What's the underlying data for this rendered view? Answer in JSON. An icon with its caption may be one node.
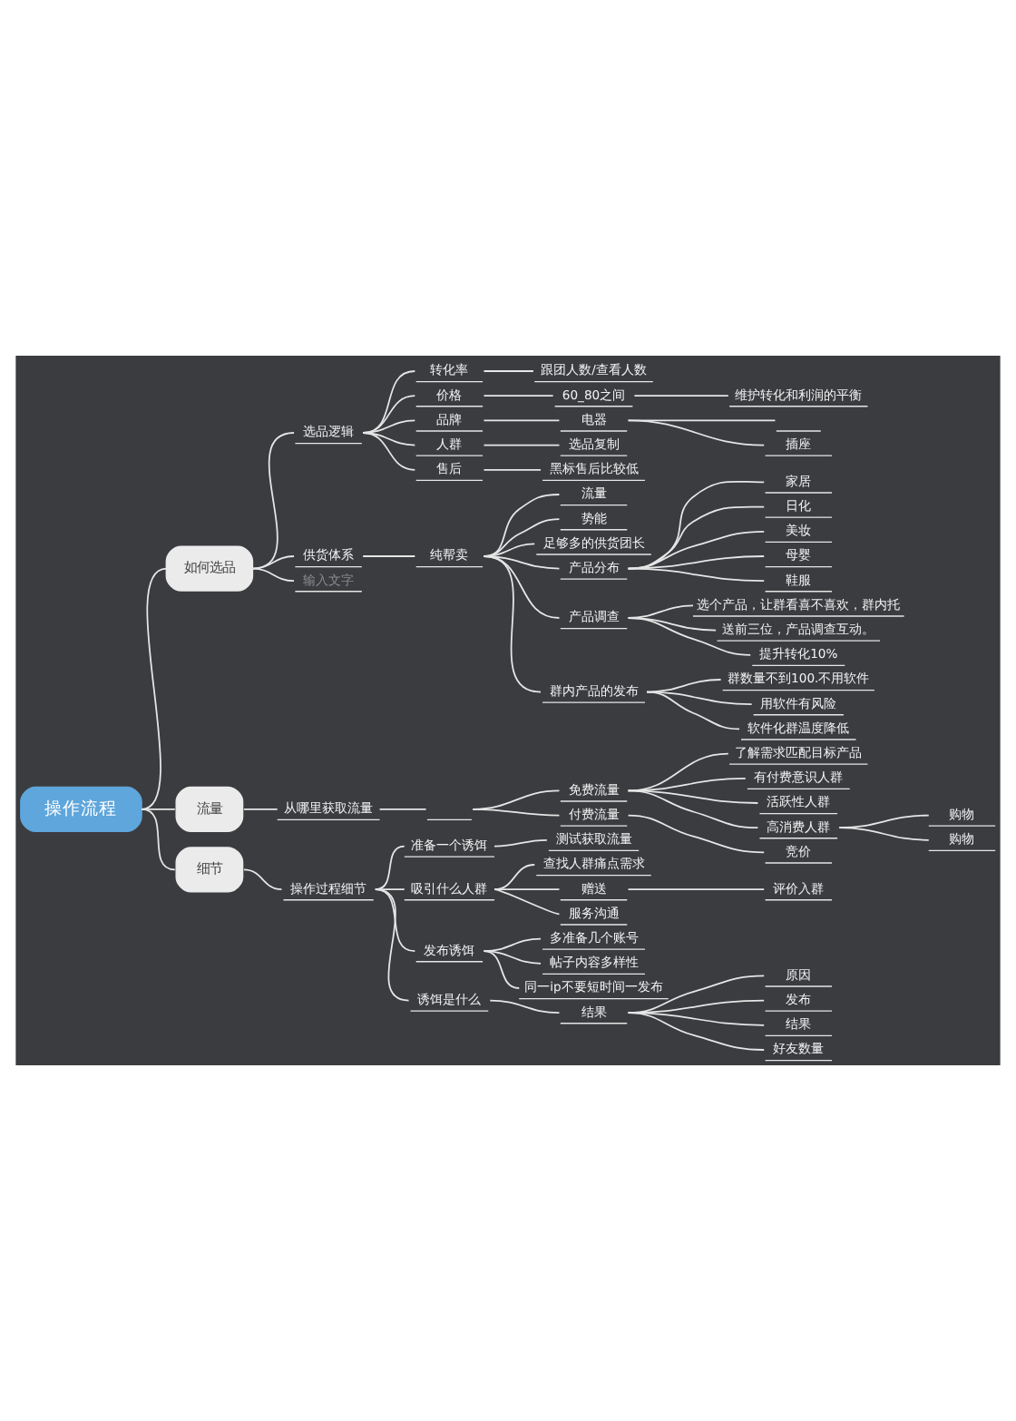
{
  "diagram": {
    "nodes": [
      {
        "text": [
          "操作流程"
        ]
      },
      {
        "text": [
          "如何选品"
        ]
      },
      {
        "text": [
          "选品逻辑"
        ]
      },
      {
        "text": [
          "转化率"
        ]
      },
      {
        "text": [
          "跟团人数/查看人数"
        ]
      },
      {
        "text": [
          "价格"
        ]
      },
      {
        "text": [
          "60_80之间"
        ]
      },
      {
        "text": [
          "维护转化和利润的平衡"
        ]
      },
      {
        "text": [
          "品牌"
        ]
      },
      {
        "text": [
          "电器"
        ]
      },
      {
        "text": [],
        "shape": "underline"
      },
      {
        "text": [
          "插座"
        ]
      },
      {
        "text": [
          "人群"
        ]
      },
      {
        "text": [
          "选品复制"
        ]
      },
      {
        "text": [
          "售后"
        ]
      },
      {
        "text": [
          "黑标售后比较低"
        ]
      },
      {
        "text": [
          "供货体系"
        ]
      },
      {
        "text": [
          "纯帮卖"
        ]
      },
      {
        "text": [
          "流量"
        ]
      },
      {
        "text": [
          "势能"
        ]
      },
      {
        "text": [
          "足够多的供货团长"
        ]
      },
      {
        "text": [
          "产品分布"
        ]
      },
      {
        "text": [
          "家居"
        ]
      },
      {
        "text": [
          "日化"
        ]
      },
      {
        "text": [
          "美妆"
        ]
      },
      {
        "text": [
          "母婴"
        ]
      },
      {
        "text": [
          "鞋服"
        ]
      },
      {
        "text": [
          "产品调查"
        ]
      },
      {
        "text": [
          "选个产品，让群看喜不喜欢，群内托"
        ]
      },
      {
        "text": [
          "送前三位，产品调查互动。"
        ]
      },
      {
        "text": [
          "提升转化10%"
        ]
      },
      {
        "text": [
          "群内产品的发布"
        ]
      },
      {
        "text": [
          "群数量不到100.不用软件"
        ]
      },
      {
        "text": [
          "用软件有风险"
        ]
      },
      {
        "text": [
          "软件化群温度降低"
        ]
      },
      {
        "text": [
          "输入文字"
        ]
      },
      {
        "text": [
          "流量"
        ]
      },
      {
        "text": [
          "从哪里获取流量"
        ]
      },
      {
        "text": [],
        "shape": "underline"
      },
      {
        "text": [
          "免费流量"
        ]
      },
      {
        "text": [
          "了解需求匹配目标产品"
        ]
      },
      {
        "text": [
          "有付费意识人群"
        ]
      },
      {
        "text": [
          "活跃性人群"
        ]
      },
      {
        "text": [
          "高消费人群"
        ]
      },
      {
        "text": [
          "购物"
        ]
      },
      {
        "text": [
          "购物"
        ]
      },
      {
        "text": [
          "付费流量"
        ]
      },
      {
        "text": [
          "竞价"
        ]
      },
      {
        "text": [
          "细节"
        ]
      },
      {
        "text": [
          "操作过程细节"
        ]
      },
      {
        "text": [
          "准备一个诱饵"
        ]
      },
      {
        "text": [
          "测试获取流量"
        ]
      },
      {
        "text": [
          "吸引什么人群"
        ]
      },
      {
        "text": [
          "查找人群痛点需求"
        ]
      },
      {
        "text": [
          "赠送"
        ]
      },
      {
        "text": [
          "评价入群"
        ]
      },
      {
        "text": [
          "服务沟通"
        ]
      },
      {
        "text": [
          "发布诱饵"
        ]
      },
      {
        "text": [
          "多准备几个账号"
        ]
      },
      {
        "text": [
          "帖子内容多样性"
        ]
      },
      {
        "text": [
          "同一ip不要短时间一发布"
        ]
      },
      {
        "text": [
          "诱饵是什么"
        ]
      },
      {
        "text": [
          "结果"
        ]
      },
      {
        "text": [
          "原因"
        ]
      },
      {
        "text": [
          "发布"
        ]
      },
      {
        "text": [
          "结果"
        ]
      },
      {
        "text": [
          "好友数量"
        ]
      }
    ],
    "edges": [
      {
        "from": 0,
        "to": 1,
        "arrow": "none"
      },
      {
        "from": 1,
        "to": 2,
        "arrow": "none"
      },
      {
        "from": 2,
        "to": 3,
        "arrow": "none"
      },
      {
        "from": 3,
        "to": 4,
        "arrow": "none"
      },
      {
        "from": 2,
        "to": 5,
        "arrow": "none"
      },
      {
        "from": 5,
        "to": 6,
        "arrow": "none"
      },
      {
        "from": 6,
        "to": 7,
        "arrow": "none"
      },
      {
        "from": 2,
        "to": 8,
        "arrow": "none"
      },
      {
        "from": 8,
        "to": 9,
        "arrow": "none"
      },
      {
        "from": 9,
        "to": 10,
        "arrow": "none"
      },
      {
        "from": 9,
        "to": 11,
        "arrow": "none"
      },
      {
        "from": 2,
        "to": 12,
        "arrow": "none"
      },
      {
        "from": 12,
        "to": 13,
        "arrow": "none"
      },
      {
        "from": 2,
        "to": 14,
        "arrow": "none"
      },
      {
        "from": 14,
        "to": 15,
        "arrow": "none"
      },
      {
        "from": 1,
        "to": 16,
        "arrow": "none"
      },
      {
        "from": 16,
        "to": 17,
        "arrow": "none"
      },
      {
        "from": 17,
        "to": 18,
        "arrow": "none"
      },
      {
        "from": 17,
        "to": 19,
        "arrow": "none"
      },
      {
        "from": 17,
        "to": 20,
        "arrow": "none"
      },
      {
        "from": 17,
        "to": 21,
        "arrow": "none"
      },
      {
        "from": 21,
        "to": 22,
        "arrow": "none"
      },
      {
        "from": 21,
        "to": 23,
        "arrow": "none"
      },
      {
        "from": 21,
        "to": 24,
        "arrow": "none"
      },
      {
        "from": 21,
        "to": 25,
        "arrow": "none"
      },
      {
        "from": 21,
        "to": 26,
        "arrow": "none"
      },
      {
        "from": 17,
        "to": 27,
        "arrow": "none"
      },
      {
        "from": 27,
        "to": 28,
        "arrow": "none"
      },
      {
        "from": 27,
        "to": 29,
        "arrow": "none"
      },
      {
        "from": 27,
        "to": 30,
        "arrow": "none"
      },
      {
        "from": 17,
        "to": 31,
        "arrow": "none"
      },
      {
        "from": 31,
        "to": 32,
        "arrow": "none"
      },
      {
        "from": 31,
        "to": 33,
        "arrow": "none"
      },
      {
        "from": 31,
        "to": 34,
        "arrow": "none"
      },
      {
        "from": 1,
        "to": 35,
        "arrow": "none"
      },
      {
        "from": 0,
        "to": 36,
        "arrow": "none"
      },
      {
        "from": 36,
        "to": 37,
        "arrow": "none"
      },
      {
        "from": 37,
        "to": 38,
        "arrow": "none"
      },
      {
        "from": 38,
        "to": 39,
        "arrow": "none"
      },
      {
        "from": 39,
        "to": 40,
        "arrow": "none"
      },
      {
        "from": 39,
        "to": 41,
        "arrow": "none"
      },
      {
        "from": 39,
        "to": 42,
        "arrow": "none"
      },
      {
        "from": 39,
        "to": 43,
        "arrow": "none"
      },
      {
        "from": 43,
        "to": 44,
        "arrow": "none"
      },
      {
        "from": 43,
        "to": 45,
        "arrow": "none"
      },
      {
        "from": 38,
        "to": 46,
        "arrow": "none"
      },
      {
        "from": 46,
        "to": 47,
        "arrow": "none"
      },
      {
        "from": 0,
        "to": 48,
        "arrow": "none"
      },
      {
        "from": 48,
        "to": 49,
        "arrow": "none"
      },
      {
        "from": 49,
        "to": 50,
        "arrow": "none"
      },
      {
        "from": 50,
        "to": 51,
        "arrow": "none"
      },
      {
        "from": 49,
        "to": 52,
        "arrow": "none"
      },
      {
        "from": 52,
        "to": 53,
        "arrow": "none"
      },
      {
        "from": 52,
        "to": 54,
        "arrow": "none"
      },
      {
        "from": 54,
        "to": 55,
        "arrow": "none"
      },
      {
        "from": 52,
        "to": 56,
        "arrow": "none"
      },
      {
        "from": 49,
        "to": 57,
        "arrow": "none"
      },
      {
        "from": 57,
        "to": 58,
        "arrow": "none"
      },
      {
        "from": 57,
        "to": 59,
        "arrow": "none"
      },
      {
        "from": 57,
        "to": 60,
        "arrow": "none"
      },
      {
        "from": 49,
        "to": 61,
        "arrow": "none"
      },
      {
        "from": 61,
        "to": 62,
        "arrow": "none"
      },
      {
        "from": 62,
        "to": 63,
        "arrow": "none"
      },
      {
        "from": 62,
        "to": 64,
        "arrow": "none"
      },
      {
        "from": 62,
        "to": 65,
        "arrow": "none"
      },
      {
        "from": 62,
        "to": 66,
        "arrow": "none"
      }
    ]
  }
}
